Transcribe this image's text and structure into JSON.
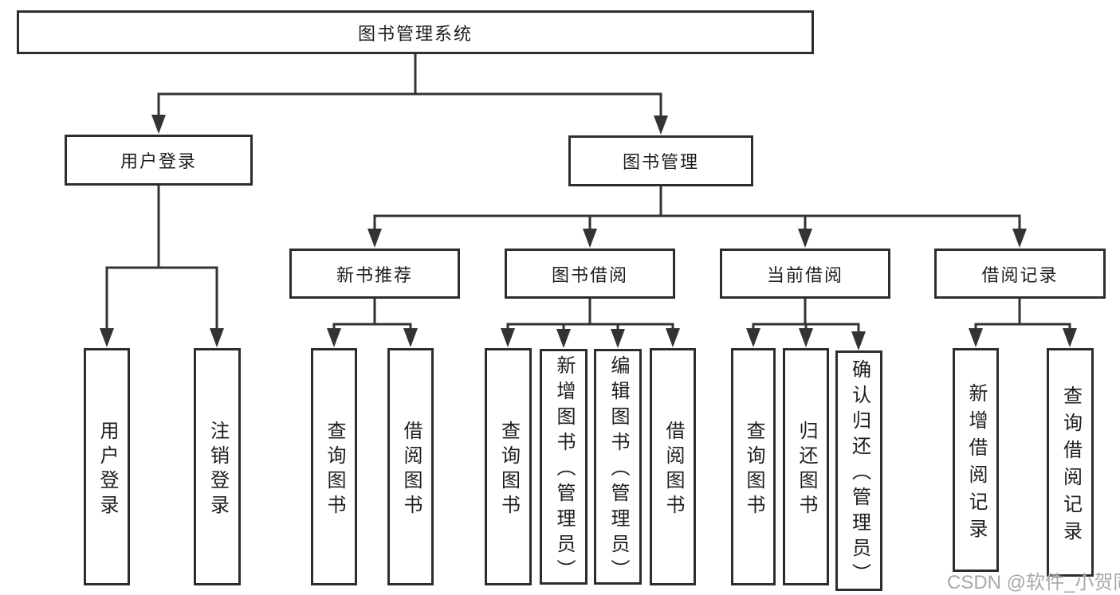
{
  "tree": {
    "label": "图书管理系统",
    "children": [
      {
        "label": "用户登录",
        "children": [
          {
            "label": "用户登录"
          },
          {
            "label": "注销登录"
          }
        ]
      },
      {
        "label": "图书管理",
        "children": [
          {
            "label": "新书推荐",
            "children": [
              {
                "label": "查询图书"
              },
              {
                "label": "借阅图书"
              }
            ]
          },
          {
            "label": "图书借阅",
            "children": [
              {
                "label": "查询图书"
              },
              {
                "label": "新增图书（管理员）"
              },
              {
                "label": "编辑图书（管理员）"
              },
              {
                "label": "借阅图书"
              }
            ]
          },
          {
            "label": "当前借阅",
            "children": [
              {
                "label": "查询图书"
              },
              {
                "label": "归还图书"
              },
              {
                "label": "确认归还（管理员）"
              }
            ]
          },
          {
            "label": "借阅记录",
            "children": [
              {
                "label": "新增借阅记录"
              },
              {
                "label": "查询借阅记录"
              }
            ]
          }
        ]
      }
    ]
  },
  "watermark": "CSDN @软件_小贺同学",
  "colors": {
    "line": "#333333",
    "border": "#2d2d2d",
    "text": "#1d1d1d",
    "watermark": "#a8a8a8",
    "background": "#ffffff"
  }
}
